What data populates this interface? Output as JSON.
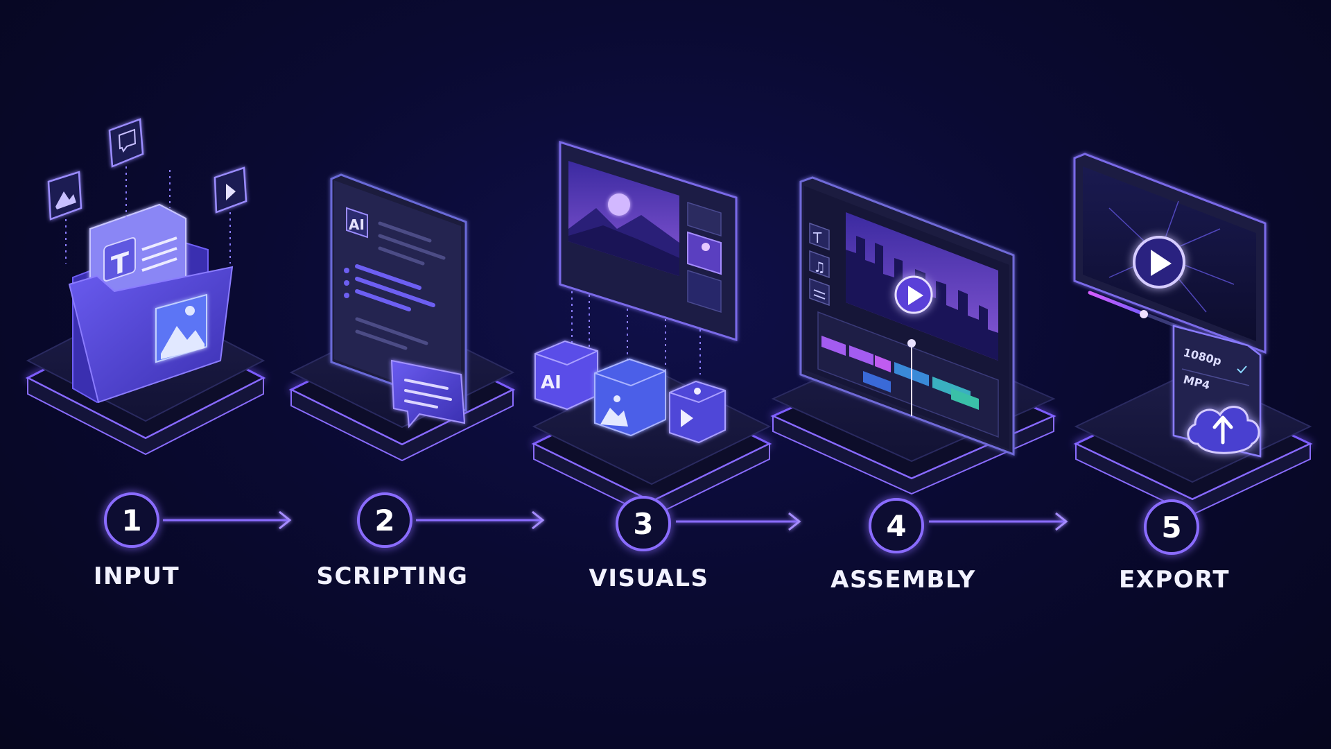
{
  "steps": [
    {
      "number": "1",
      "label": "INPUT"
    },
    {
      "number": "2",
      "label": "SCRIPTING"
    },
    {
      "number": "3",
      "label": "VISUALS"
    },
    {
      "number": "4",
      "label": "ASSEMBLY"
    },
    {
      "number": "5",
      "label": "EXPORT"
    }
  ],
  "icons": {
    "input": [
      "chat-bubble-icon",
      "image-icon",
      "play-icon",
      "text-document-icon",
      "folder-icon"
    ],
    "scripting": [
      "ai-badge-icon",
      "script-document-icon",
      "chat-bubble-icon"
    ],
    "visuals": [
      "ai-cube-icon",
      "image-cube-icon",
      "play-cube-icon",
      "image-preview-monitor"
    ],
    "assembly": [
      "timeline-editor-monitor",
      "play-icon",
      "text-tool-icon",
      "music-tool-icon"
    ],
    "export": [
      "video-player-monitor",
      "play-icon",
      "cloud-upload-icon"
    ]
  },
  "scripting_badge": "AI",
  "visuals_cube_badge": "AI",
  "export_options": {
    "resolution": "1080p",
    "format": "MP4"
  },
  "colors": {
    "accent": "#7c5cff",
    "glow": "#9b7bff",
    "background": "#0a0a32",
    "platform": "#15153a"
  }
}
